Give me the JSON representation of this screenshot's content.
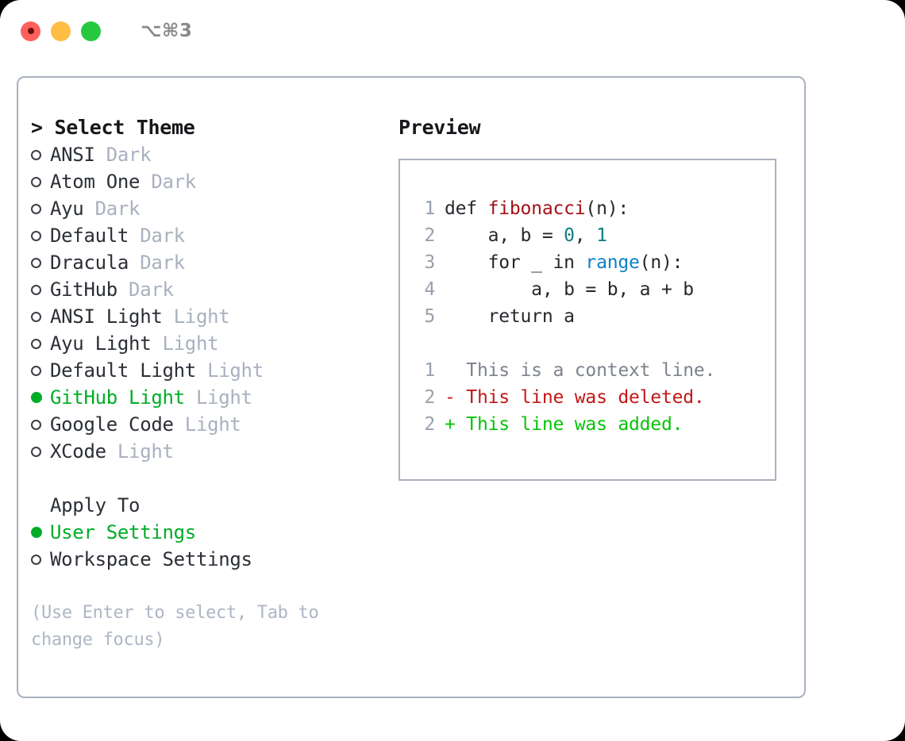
{
  "titlebar": {
    "shortcut": "⌥⌘3",
    "lights": [
      "close",
      "minimize",
      "maximize"
    ]
  },
  "theme_list": {
    "header": "> Select Theme",
    "options": [
      {
        "name": "ANSI",
        "tag": "Dark",
        "selected": false
      },
      {
        "name": "Atom One",
        "tag": "Dark",
        "selected": false
      },
      {
        "name": "Ayu",
        "tag": "Dark",
        "selected": false
      },
      {
        "name": "Default",
        "tag": "Dark",
        "selected": false
      },
      {
        "name": "Dracula",
        "tag": "Dark",
        "selected": false
      },
      {
        "name": "GitHub",
        "tag": "Dark",
        "selected": false
      },
      {
        "name": "ANSI Light",
        "tag": "Light",
        "selected": false
      },
      {
        "name": "Ayu Light",
        "tag": "Light",
        "selected": false
      },
      {
        "name": "Default Light",
        "tag": "Light",
        "selected": false
      },
      {
        "name": "GitHub Light",
        "tag": "Light",
        "selected": true
      },
      {
        "name": "Google Code",
        "tag": "Light",
        "selected": false
      },
      {
        "name": "XCode",
        "tag": "Light",
        "selected": false
      }
    ]
  },
  "apply_to": {
    "header": "Apply To",
    "options": [
      {
        "name": "User Settings",
        "selected": true
      },
      {
        "name": "Workspace Settings",
        "selected": false
      }
    ]
  },
  "hint": "(Use Enter to select, Tab to change focus)",
  "preview": {
    "title": "Preview",
    "code_lines": [
      {
        "no": "1",
        "tokens": [
          {
            "t": "def ",
            "k": "plain"
          },
          {
            "t": "fibonacci",
            "k": "fn"
          },
          {
            "t": "(n):",
            "k": "plain"
          }
        ]
      },
      {
        "no": "2",
        "tokens": [
          {
            "t": "    a, b = ",
            "k": "plain"
          },
          {
            "t": "0",
            "k": "num"
          },
          {
            "t": ", ",
            "k": "plain"
          },
          {
            "t": "1",
            "k": "num"
          }
        ]
      },
      {
        "no": "3",
        "tokens": [
          {
            "t": "    for _ in ",
            "k": "plain"
          },
          {
            "t": "range",
            "k": "builtin"
          },
          {
            "t": "(n):",
            "k": "plain"
          }
        ]
      },
      {
        "no": "4",
        "tokens": [
          {
            "t": "        a, b = b, a + b",
            "k": "plain"
          }
        ]
      },
      {
        "no": "5",
        "tokens": [
          {
            "t": "    return a",
            "k": "plain"
          }
        ]
      }
    ],
    "diff_lines": [
      {
        "no": "1",
        "marker": " ",
        "text": " This is a context line.",
        "kind": "context"
      },
      {
        "no": "2",
        "marker": "-",
        "text": " This line was deleted.",
        "kind": "del"
      },
      {
        "no": "2",
        "marker": "+",
        "text": " This line was added.",
        "kind": "add"
      }
    ]
  },
  "colors": {
    "accent_green": "#00ad28",
    "diff_add": "#07c407",
    "diff_del": "#c31717",
    "border": "#aab2c0",
    "muted": "#a9b1bf",
    "function": "#a31116",
    "builtin": "#0b80c4",
    "number": "#0c7d80"
  }
}
